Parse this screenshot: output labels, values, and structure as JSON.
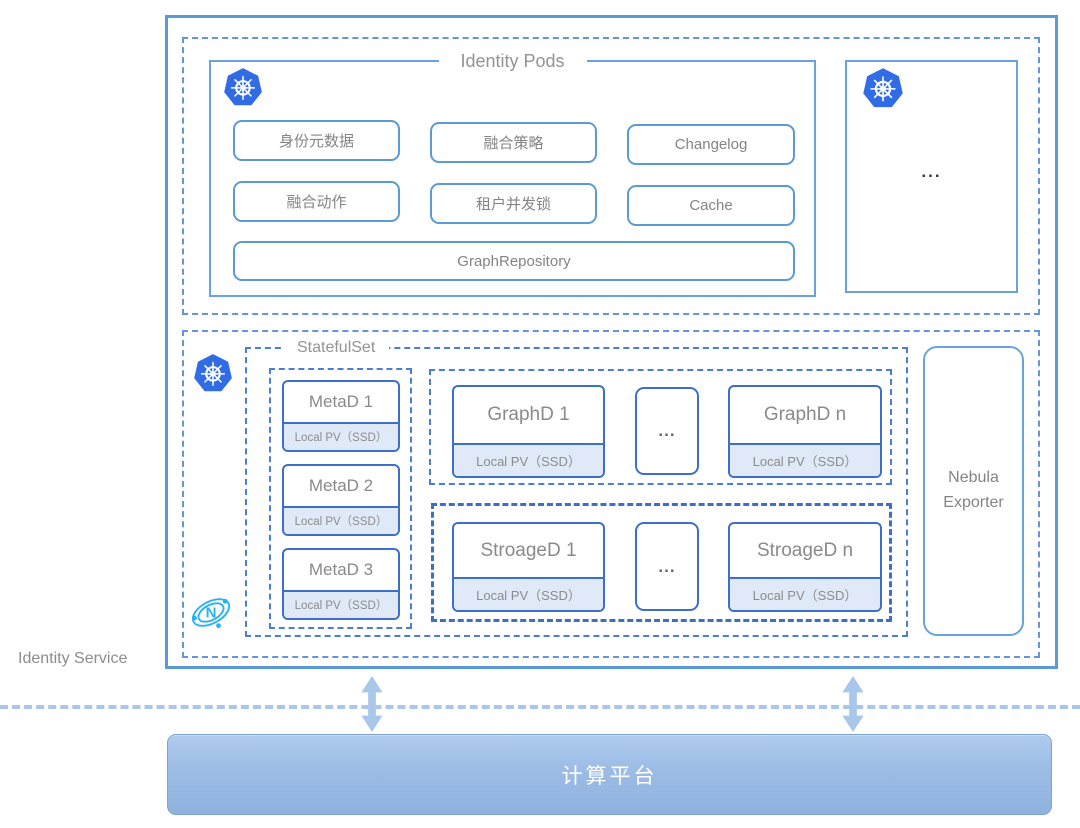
{
  "identity_service": {
    "label": "Identity Service"
  },
  "identity_pods": {
    "title": "Identity Pods",
    "modules": [
      "身份元数据",
      "融合策略",
      "Changelog",
      "融合动作",
      "租户并发锁",
      "Cache"
    ],
    "repository": "GraphRepository",
    "more_pods_ellipsis": "..."
  },
  "statefulset": {
    "title": "StatefulSet",
    "meta_nodes": [
      "MetaD 1",
      "MetaD 2",
      "MetaD 3"
    ],
    "graph_nodes": [
      "GraphD 1",
      "GraphD n"
    ],
    "storage_nodes": [
      "StroageD 1",
      "StroageD n"
    ],
    "ellipsis": "...",
    "local_pv_label": "Local PV（SSD）"
  },
  "exporter": {
    "label": "Nebula Exporter"
  },
  "platform": {
    "label": "计算平台"
  },
  "icons": {
    "kubernetes": "kubernetes-helm-wheel",
    "nebula": "nebula-graph-logo"
  },
  "colors": {
    "solid_border": "#5B9BD5",
    "section_dashed": "#6394DD",
    "group_dashed": "#4A7ED6",
    "thick_dashed": "#3D6FC9",
    "unit_border": "#3D6FC9",
    "pv_fill": "#DFE9F7",
    "kubernetes_blue": "#326CE5",
    "nebula_cyan": "#29B2F2",
    "platform_fill": "#9CBCE5",
    "arrow": "#A9C7EA",
    "text_gray": "#8C8C8C"
  }
}
